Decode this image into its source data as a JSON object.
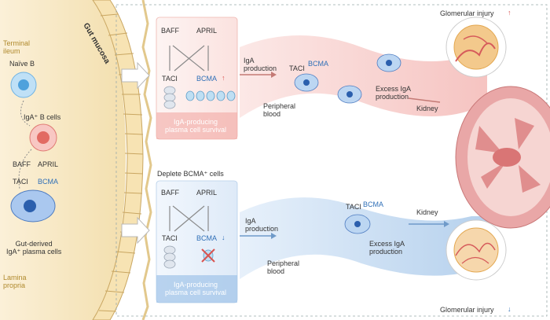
{
  "gut_mucosa": "Gut mucosa",
  "terminal_ileum": "Terminal\nileum",
  "naive_b": "Naïve B",
  "iga_b_cells": "IgA⁺ B cells",
  "baff": "BAFF",
  "april": "APRIL",
  "taci": "TACI",
  "bcma": "BCMA",
  "gut_derived": "Gut-derived\nIgA⁺ plasma cells",
  "lamina_propria": "Lamina\npropria",
  "top_panel": {
    "survival": "IgA-producing\nplasma cell survival",
    "iga_production": "IgA\nproduction",
    "peripheral_blood": "Peripheral\nblood",
    "excess_iga": "Excess IgA\nproduction",
    "kidney": "Kidney",
    "glomerular_injury": "Glomerular injury"
  },
  "bottom_panel": {
    "deplete": "Deplete BCMA⁺ cells",
    "survival": "IgA-producing\nplasma cell survival",
    "iga_production": "IgA\nproduction",
    "peripheral_blood": "Peripheral\nblood",
    "excess_iga": "Excess IgA\nproduction",
    "kidney": "Kidney",
    "glomerular_injury": "Glomerular injury"
  },
  "colors": {
    "up_arrow": "#d9534f",
    "down_arrow": "#2f6fb7",
    "bcma_blue": "#2f6fb7",
    "gut_label": "#b08a2e"
  }
}
